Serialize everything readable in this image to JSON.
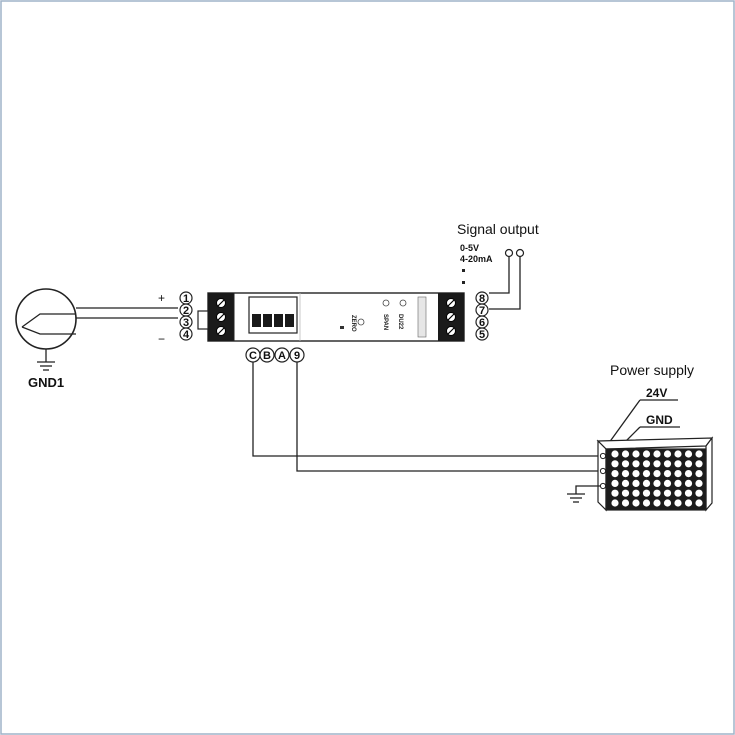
{
  "labels": {
    "signal_output": "Signal output",
    "out_v": "0-5V",
    "out_ma": "4-20mA",
    "gnd1": "GND1",
    "plus": "+",
    "minus": "−",
    "power_supply": "Power supply",
    "v24": "24V",
    "gnd": "GND",
    "module_zero": "ZERO",
    "module_span": "SPAN",
    "module_model": "DU22"
  },
  "terminals_left": [
    "1",
    "2",
    "3",
    "4"
  ],
  "terminals_right": [
    "8",
    "7",
    "6",
    "5"
  ],
  "terminals_bottom": [
    "C",
    "B",
    "A",
    "9"
  ],
  "colors": {
    "line": "#222222",
    "background": "#ffffff",
    "frame": "#9fb3c8"
  }
}
